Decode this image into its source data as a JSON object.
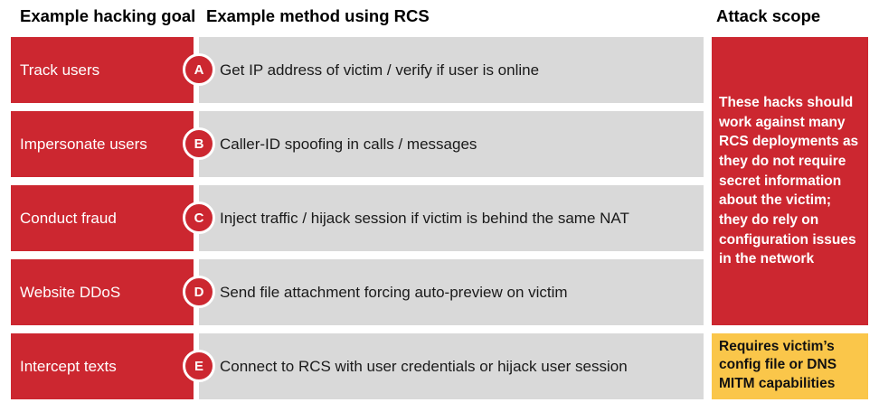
{
  "headers": {
    "goal": "Example hacking goal",
    "method": "Example method using RCS",
    "scope": "Attack scope"
  },
  "rows": [
    {
      "letter": "A",
      "goal": "Track users",
      "method": "Get IP address of victim / verify if user is online"
    },
    {
      "letter": "B",
      "goal": "Impersonate users",
      "method": "Caller-ID spoofing in calls / messages"
    },
    {
      "letter": "C",
      "goal": "Conduct fraud",
      "method": "Inject traffic / hijack session if victim is behind the same NAT"
    },
    {
      "letter": "D",
      "goal": "Website DDoS",
      "method": "Send file attachment forcing auto-preview on victim"
    },
    {
      "letter": "E",
      "goal": "Intercept texts",
      "method": "Connect to RCS with user credentials or hijack user session"
    }
  ],
  "scope": {
    "main": "These hacks should work against many RCS deployments as they do not require secret information about the victim; they do rely on configuration issues in the network",
    "exception": "Requires victim’s config file or DNS MITM capabilities"
  },
  "colors": {
    "red": "#CC2730",
    "gray": "#D9D9D9",
    "yellow": "#FAC64A",
    "text_dark": "#1a1a1a",
    "text_white": "#ffffff"
  }
}
